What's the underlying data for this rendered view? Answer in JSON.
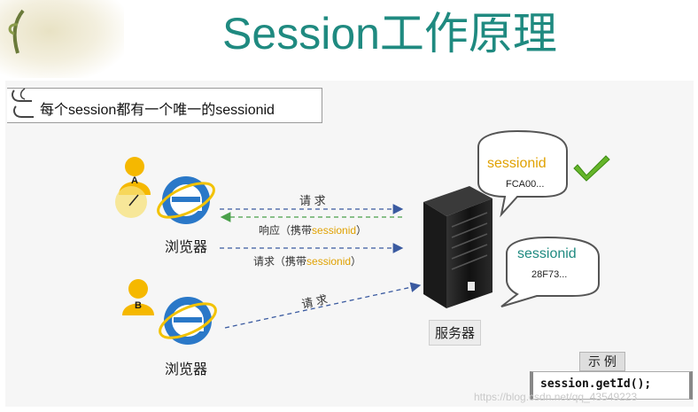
{
  "title": "Session工作原理",
  "banner": "每个session都有一个唯一的sessionid",
  "users": [
    {
      "letter": "A",
      "browser_label": "浏览器"
    },
    {
      "letter": "B",
      "browser_label": "浏览器"
    }
  ],
  "arrows": {
    "request_a": "请 求",
    "response_prefix": "响应（携带",
    "response_highlight": "sessionid",
    "response_suffix": "）",
    "request_with_prefix": "请求（携带",
    "request_with_highlight": "sessionid",
    "request_with_suffix": "）",
    "request_b": "请 求"
  },
  "server_label": "服务器",
  "bubbles": [
    {
      "title": "sessionid",
      "value": "FCA00...",
      "title_color": "#e0a100"
    },
    {
      "title": "sessionid",
      "value": "28F73...",
      "title_color": "#1f8a80"
    }
  ],
  "example": {
    "label": "示 例",
    "code": "session.getId();"
  },
  "watermark": "https://blog.csdn.net/qq_43549223",
  "colors": {
    "title": "#1f8a80",
    "highlight": "#e0a100",
    "check": "#66b52a",
    "user_icon": "#f5b800"
  }
}
